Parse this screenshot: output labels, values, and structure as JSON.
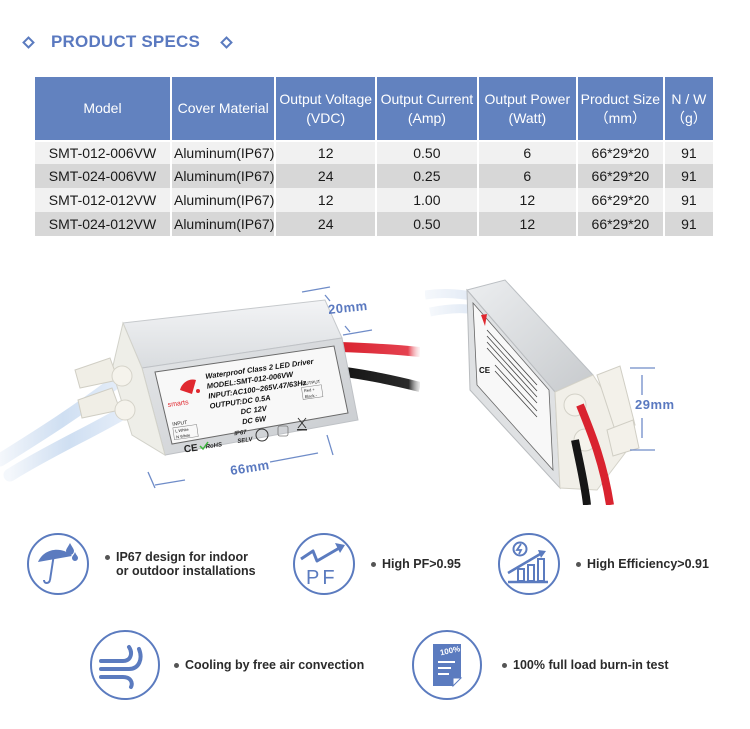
{
  "header": {
    "title": "PRODUCT SPECS",
    "accent_color": "#5a79c0"
  },
  "spec_table": {
    "columns": [
      {
        "line1": "Model",
        "line2": ""
      },
      {
        "line1": "Cover Material",
        "line2": ""
      },
      {
        "line1": "Output Voltage",
        "line2": "(VDC)"
      },
      {
        "line1": "Output Current",
        "line2": "(Amp)"
      },
      {
        "line1": "Output Power",
        "line2": "(Watt)"
      },
      {
        "line1": "Product Size",
        "line2": "（mm）"
      },
      {
        "line1": "N / W",
        "line2": "（g）"
      }
    ],
    "rows": [
      {
        "model": "SMT-012-006VW",
        "material": "Aluminum(IP67)",
        "voltage": "12",
        "current": "0.50",
        "power": "6",
        "size": "66*29*20",
        "weight": "91"
      },
      {
        "model": "SMT-024-006VW",
        "material": "Aluminum(IP67)",
        "voltage": "24",
        "current": "0.25",
        "power": "6",
        "size": "66*29*20",
        "weight": "91"
      },
      {
        "model": "SMT-012-012VW",
        "material": "Aluminum(IP67)",
        "voltage": "12",
        "current": "1.00",
        "power": "12",
        "size": "66*29*20",
        "weight": "91"
      },
      {
        "model": "SMT-024-012VW",
        "material": "Aluminum(IP67)",
        "voltage": "24",
        "current": "0.50",
        "power": "12",
        "size": "66*29*20",
        "weight": "91"
      }
    ],
    "header_color": "#6282bf"
  },
  "product_front": {
    "dimension_height": "20mm",
    "dimension_length": "66mm",
    "label": {
      "brand": "smarts",
      "line1": "Waterproof Class 2 LED Driver",
      "line2": "MODEL:SMT-012-006VW",
      "line3": "INPUT:AC100~265V.47/63Hz",
      "line4": "OUTPUT:DC 0.5A",
      "line5": "DC 12V",
      "line6": "DC 6W",
      "input_title": "INPUT",
      "input_l": "L White",
      "input_n": "N White",
      "output_title": "OUTPUT",
      "output_pos": "Red +",
      "output_neg": "Black -",
      "ip": "IP67",
      "selv": "SELV",
      "ce": "CE",
      "rohs": "RoHS"
    }
  },
  "product_side": {
    "dimension_width": "29mm"
  },
  "features": [
    {
      "icon": "umbrella-rain-icon",
      "text_line1": "IP67 design for indoor",
      "text_line2": "or outdoor installations"
    },
    {
      "icon": "pf-trend-icon",
      "icon_text": "PF",
      "text_line1": "High PF>0.95",
      "text_line2": ""
    },
    {
      "icon": "efficiency-chart-icon",
      "text_line1": "High Efficiency>0.91",
      "text_line2": ""
    },
    {
      "icon": "air-flow-icon",
      "text_line1": "Cooling by free air convection",
      "text_line2": ""
    },
    {
      "icon": "test-document-icon",
      "icon_text": "100%",
      "text_line1": "100% full load burn-in test",
      "text_line2": ""
    }
  ]
}
